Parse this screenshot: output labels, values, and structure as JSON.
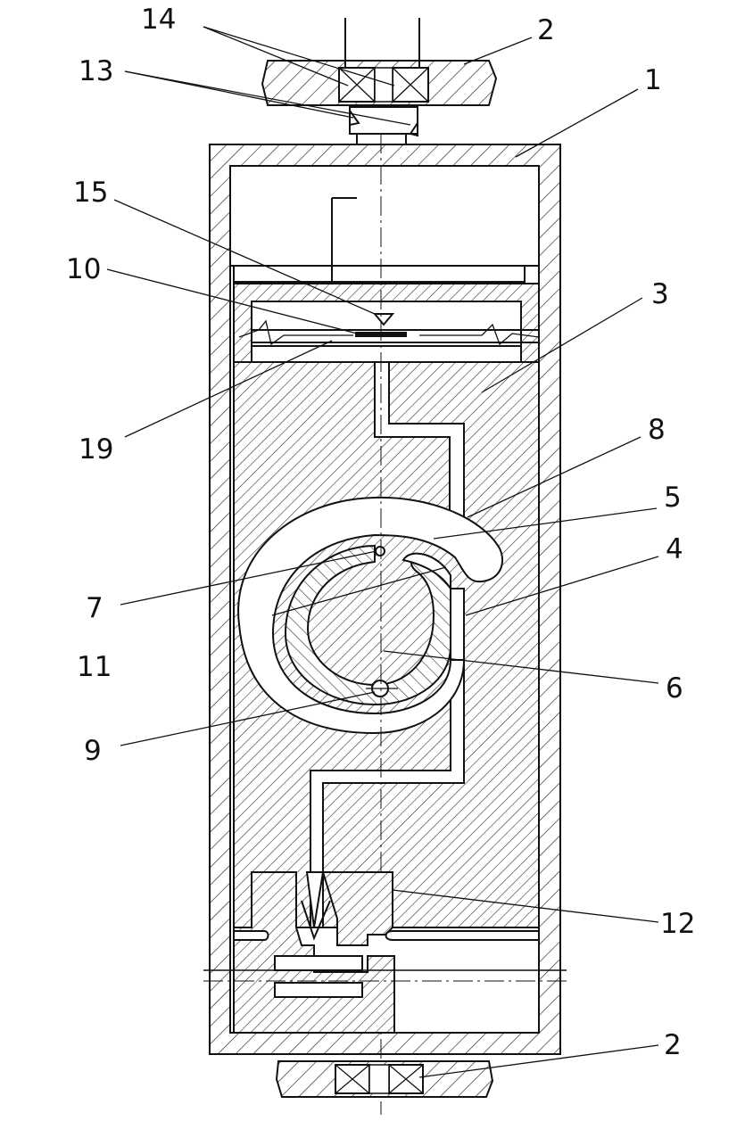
{
  "figure": {
    "labels": [
      {
        "id": "l14",
        "text": "14"
      },
      {
        "id": "l2a",
        "text": "2"
      },
      {
        "id": "l13",
        "text": "13"
      },
      {
        "id": "l1",
        "text": "1"
      },
      {
        "id": "l15",
        "text": "15"
      },
      {
        "id": "l10",
        "text": "10"
      },
      {
        "id": "l3",
        "text": "3"
      },
      {
        "id": "l19",
        "text": "19"
      },
      {
        "id": "l8",
        "text": "8"
      },
      {
        "id": "l5",
        "text": "5"
      },
      {
        "id": "l4",
        "text": "4"
      },
      {
        "id": "l7",
        "text": "7"
      },
      {
        "id": "l11",
        "text": "11"
      },
      {
        "id": "l6",
        "text": "6"
      },
      {
        "id": "l9",
        "text": "9"
      },
      {
        "id": "l12",
        "text": "12"
      },
      {
        "id": "l2b",
        "text": "2"
      }
    ]
  }
}
